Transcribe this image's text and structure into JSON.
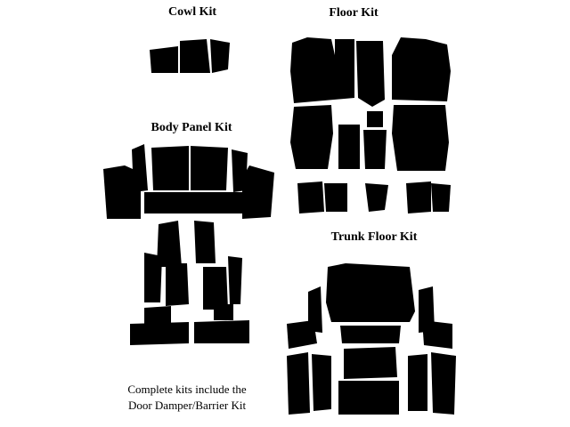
{
  "labels": {
    "cowl": "Cowl Kit",
    "floor": "Floor Kit",
    "body_panel": "Body Panel Kit",
    "trunk_floor": "Trunk Floor Kit"
  },
  "caption": {
    "line1": "Complete kits include the",
    "line2": "Door Damper/Barrier Kit"
  },
  "colors": {
    "pieces": "#000000",
    "background": "#ffffff"
  }
}
